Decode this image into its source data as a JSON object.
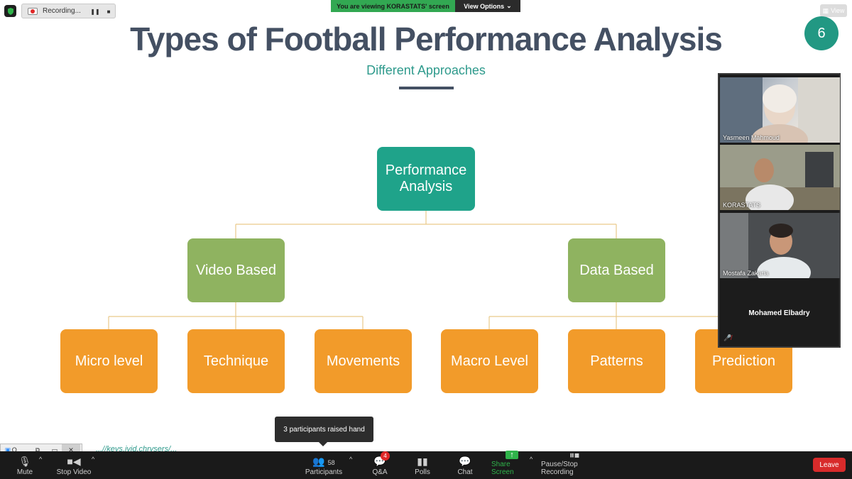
{
  "top": {
    "recording_label": "Recording...",
    "banner_viewing": "You are viewing KORASTATS' screen",
    "banner_options": "View Options",
    "view_label": "View"
  },
  "slide": {
    "title": "Types of Football Performance Analysis",
    "subtitle": "Different Approaches",
    "page_number": "6",
    "root": "Performance Analysis",
    "mid_left": "Video Based",
    "mid_right": "Data Based",
    "leaves": [
      "Micro level",
      "Technique",
      "Movements",
      "Macro Level",
      "Patterns",
      "Prediction"
    ],
    "url_fragment": "...//keys.ivid.chrysers/...",
    "colors": {
      "title": "#445063",
      "accent": "#2e9a8c",
      "root": "#1fa38a",
      "mid": "#8fb360",
      "leaf": "#f29b2a"
    }
  },
  "gallery": {
    "participants": [
      "Yasmeen Mahmoud",
      "KORASTATS",
      "Mostafa Zakaria"
    ],
    "name_only": "Mohamed Elbadry"
  },
  "mini": {
    "label": "Q..."
  },
  "tooltip": "3 participants raised hand",
  "toolbar": {
    "mute": "Mute",
    "stop_video": "Stop Video",
    "participants": "Participants",
    "participants_count": "58",
    "qa": "Q&A",
    "qa_badge": "4",
    "polls": "Polls",
    "chat": "Chat",
    "share": "Share Screen",
    "recording": "Pause/Stop Recording",
    "leave": "Leave"
  }
}
